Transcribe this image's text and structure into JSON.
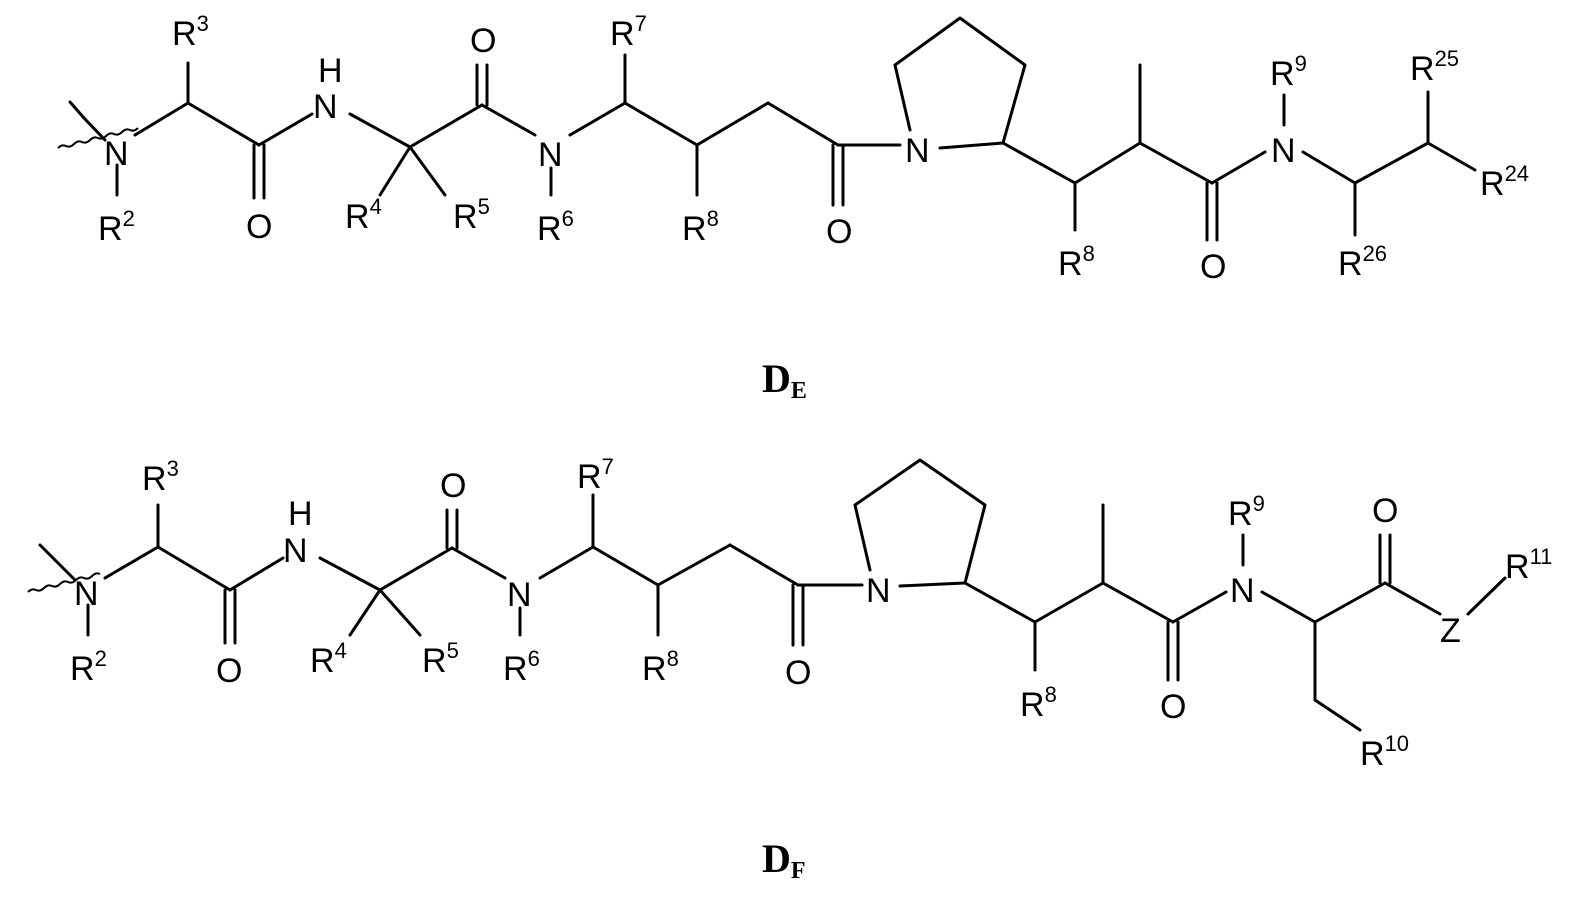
{
  "structures": [
    {
      "id": "DE",
      "caption": {
        "main": "D",
        "sub": "E"
      },
      "labels": {
        "n1": "N",
        "r2": {
          "base": "R",
          "sup": "2"
        },
        "r3": {
          "base": "R",
          "sup": "3"
        },
        "o1": "O",
        "nh": "H",
        "nh_n": "N",
        "r4": {
          "base": "R",
          "sup": "4"
        },
        "r5": {
          "base": "R",
          "sup": "5"
        },
        "o2": "O",
        "n2": "N",
        "r6": {
          "base": "R",
          "sup": "6"
        },
        "r7": {
          "base": "R",
          "sup": "7"
        },
        "r8a": {
          "base": "R",
          "sup": "8"
        },
        "o3": "O",
        "n3": "N",
        "r8b": {
          "base": "R",
          "sup": "8"
        },
        "o4": "O",
        "n4": "N",
        "r9": {
          "base": "R",
          "sup": "9"
        },
        "r26": {
          "base": "R",
          "sup": "26"
        },
        "r25": {
          "base": "R",
          "sup": "25"
        },
        "r24": {
          "base": "R",
          "sup": "24"
        }
      }
    },
    {
      "id": "DF",
      "caption": {
        "main": "D",
        "sub": "F"
      },
      "labels": {
        "n1": "N",
        "r2": {
          "base": "R",
          "sup": "2"
        },
        "r3": {
          "base": "R",
          "sup": "3"
        },
        "o1": "O",
        "nh": "H",
        "nh_n": "N",
        "r4": {
          "base": "R",
          "sup": "4"
        },
        "r5": {
          "base": "R",
          "sup": "5"
        },
        "o2": "O",
        "n2": "N",
        "r6": {
          "base": "R",
          "sup": "6"
        },
        "r7": {
          "base": "R",
          "sup": "7"
        },
        "r8a": {
          "base": "R",
          "sup": "8"
        },
        "o3": "O",
        "n3": "N",
        "r8b": {
          "base": "R",
          "sup": "8"
        },
        "o4": "O",
        "n4": "N",
        "r9": {
          "base": "R",
          "sup": "9"
        },
        "o5": "O",
        "z": "Z",
        "r11": {
          "base": "R",
          "sup": "11"
        },
        "r10": {
          "base": "R",
          "sup": "10"
        }
      }
    }
  ]
}
